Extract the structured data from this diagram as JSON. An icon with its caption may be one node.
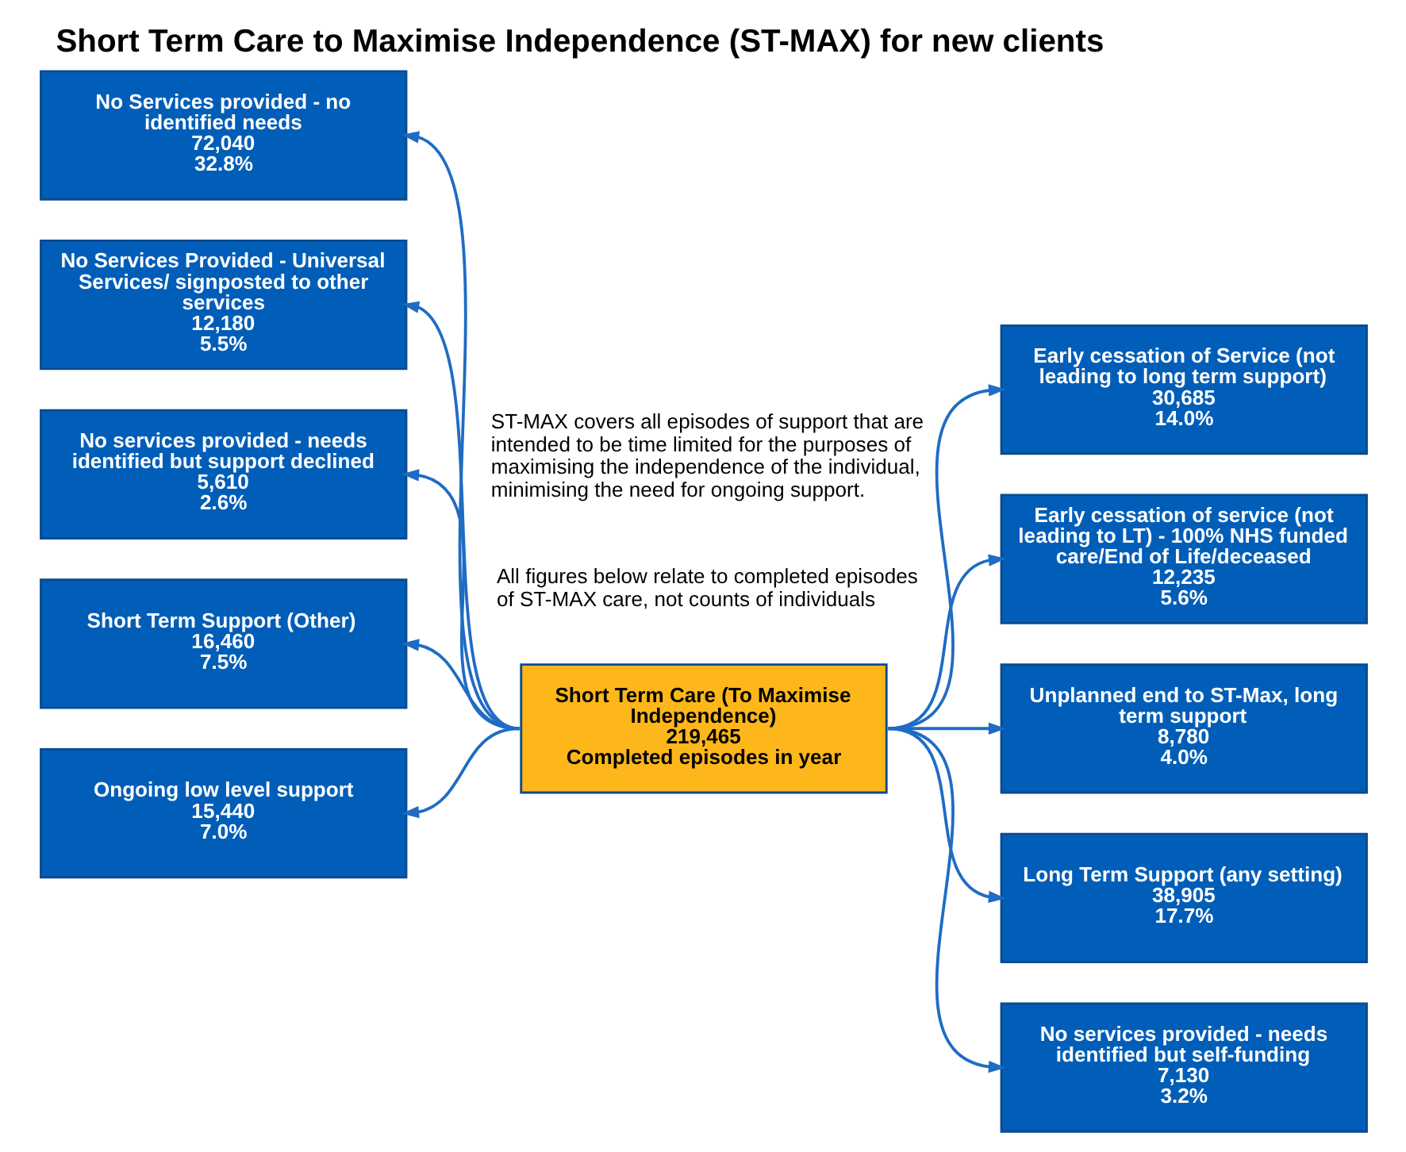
{
  "diagram": {
    "title": "Short Term Care to Maximise Independence (ST-MAX) for new clients",
    "nodes": [
      {
        "text": [
          "Short Term Care (To Maximise Independence)",
          "219,465",
          "Completed episodes in year"
        ]
      },
      {
        "text": [
          "No Services provided - no identified needs",
          "72,040",
          "32.8%"
        ]
      },
      {
        "text": [
          "No Services Provided - Universal Services/ signposted to other services",
          "12,180",
          "5.5%"
        ]
      },
      {
        "text": [
          "No services provided - needs identified but support declined",
          "5,610",
          "2.6%"
        ]
      },
      {
        "text": [
          "Short Term Support (Other)",
          "16,460",
          "7.5%"
        ]
      },
      {
        "text": [
          "Ongoing low level support",
          "15,440",
          "7.0%"
        ]
      },
      {
        "text": [
          "Early cessation of Service (not leading to long term support)",
          "30,685",
          "14.0%"
        ]
      },
      {
        "text": [
          "Early cessation of service (not leading to LT) - 100% NHS funded care/End of Life/deceased",
          "12,235",
          "5.6%"
        ]
      },
      {
        "text": [
          "Unplanned end to ST-Max, long term support",
          "8,780",
          "4.0%"
        ]
      },
      {
        "text": [
          "Long Term Support (any setting)",
          "38,905",
          "17.7%"
        ]
      },
      {
        "text": [
          "No services provided - needs identified but self-funding",
          "7,130",
          "3.2%"
        ]
      }
    ],
    "edges": [
      {
        "from": 0,
        "to": 1,
        "arrow": "to"
      },
      {
        "from": 0,
        "to": 2,
        "arrow": "to"
      },
      {
        "from": 0,
        "to": 3,
        "arrow": "to"
      },
      {
        "from": 0,
        "to": 4,
        "arrow": "to"
      },
      {
        "from": 0,
        "to": 5,
        "arrow": "to"
      },
      {
        "from": 0,
        "to": 6,
        "arrow": "to"
      },
      {
        "from": 0,
        "to": 7,
        "arrow": "to"
      },
      {
        "from": 0,
        "to": 8,
        "arrow": "to"
      },
      {
        "from": 0,
        "to": 9,
        "arrow": "to"
      },
      {
        "from": 0,
        "to": 10,
        "arrow": "to"
      }
    ],
    "labels": [
      "ST-MAX covers all episodes of support that are intended to be time limited for the purposes of maximising the independence of the individual, minimising the need for ongoing support.",
      "All figures below relate to completed episodes of ST-MAX care, not counts of individuals"
    ]
  }
}
